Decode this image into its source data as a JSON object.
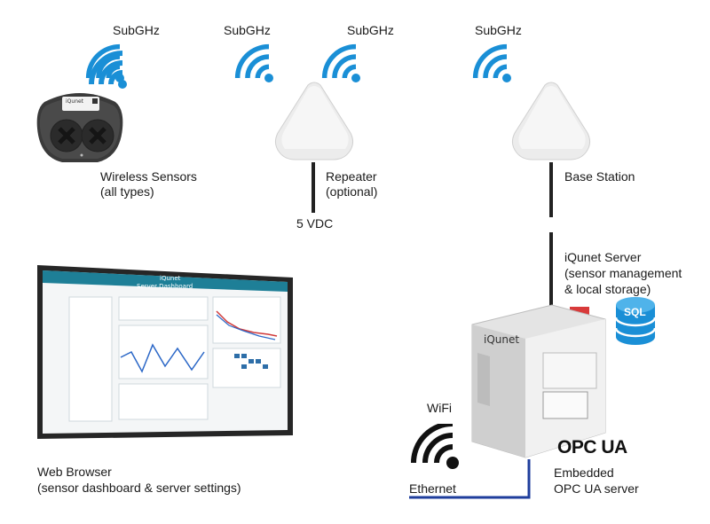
{
  "radio_label": "SubGHz",
  "nodes": {
    "sensors": {
      "line1": "Wireless Sensors",
      "line2": "(all types)"
    },
    "repeater": {
      "line1": "Repeater",
      "line2": "(optional)",
      "power": "5 VDC"
    },
    "base": {
      "line1": "Base Station"
    },
    "server": {
      "line1": "iQunet Server",
      "line2": "(sensor management",
      "line3": "& local storage)"
    },
    "browser": {
      "line1": "Web Browser",
      "line2": "(sensor dashboard & server settings)"
    },
    "wifi": {
      "label": "WiFi"
    },
    "ethernet": {
      "label": "Ethernet"
    },
    "opcua": {
      "line1": "Embedded",
      "line2": "OPC UA server",
      "logo": "OPC UA"
    }
  },
  "badges": {
    "sql": "SQL"
  },
  "brand": "iQunet",
  "dashboard_title": "Server Dashboard",
  "colors": {
    "wifi_blue": "#1a8fd6",
    "ethernet_blue": "#1f3e9c",
    "sql_blue": "#1a8fd6",
    "server_red": "#d83a3a",
    "dashboard_teal": "#1e7f97"
  },
  "icons": [
    "wifi-signal-icon",
    "database-icon",
    "opc-ua-logo"
  ]
}
